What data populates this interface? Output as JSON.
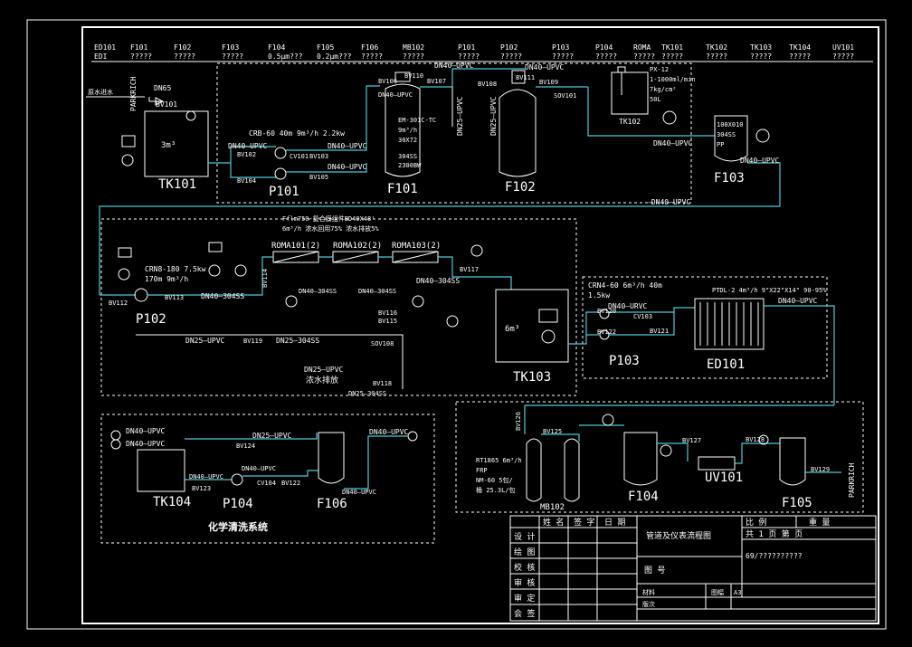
{
  "colors": {
    "background": "#000000",
    "lines": "#ffffff",
    "pipes": "#4fc9d6"
  },
  "header": {
    "row1": [
      "ED101",
      "F101",
      "F102",
      "F103",
      "F104",
      "F105",
      "F106",
      "MB102",
      "P101",
      "P102",
      "P103",
      "P104",
      "ROMA",
      "TK101",
      "TK102",
      "TK103",
      "TK104",
      "UV101"
    ],
    "row2": [
      "EDI",
      "?????",
      "?????",
      "?????",
      "0.5μm???",
      "0.2μm???",
      "?????",
      "?????",
      "?????",
      "?????",
      "?????",
      "?????",
      "?????",
      "?????",
      "?????",
      "?????",
      "?????",
      "?????"
    ]
  },
  "equipment": {
    "tk101": "TK101",
    "p101": "P101",
    "f101": "F101",
    "f102": "F102",
    "tk102": "TK102",
    "f103": "F103",
    "p102": "P102",
    "tk103": "TK103",
    "p103": "P103",
    "ed101": "ED101",
    "tk104": "TK104",
    "p104": "P104",
    "f106": "F106",
    "mb102": "MB102",
    "f104": "F104",
    "uv101": "UV101",
    "f105": "F105",
    "roma101": "ROMA101(2)",
    "roma102": "ROMA102(2)",
    "roma103": "ROMA103(2)"
  },
  "labels": {
    "parkrich": "PARKRICH",
    "dn65": "DN65",
    "bv101": "BV101",
    "tk101_cap": "3m³",
    "p101_spec": "CRB-60  40m  9m³/h  2.2kw",
    "dn40upvc": "DN40—UPVC",
    "dn40upvc_top": "DN40—UPVC",
    "bv102": "BV102",
    "bv104": "BV104",
    "cv101": "CV101",
    "bv103": "BV103",
    "bv105": "BV105",
    "bv106": "BV106",
    "bv107": "BV107",
    "bv110": "BV110",
    "bv108": "BV108",
    "bv111": "BV111",
    "bv109": "BV109",
    "f101_spec1": "EM-301C-TC",
    "f101_spec2": "9m³/h",
    "f101_spec3": "30X72",
    "f101_spec4": "304SS",
    "f101_spec5": "2300BW",
    "dn25upvc_v": "DN25—UPVC",
    "px12": "PX-12",
    "px12_2": "1-1000ml/min",
    "px12_3": "7kg/cm²",
    "px12_4": "50L",
    "sov101": "SOV101",
    "f103_spec1": "100X010",
    "f103_spec2": "304SS",
    "f103_spec3": "PP",
    "dn40_mid": "-DN40—UPVC",
    "ro_spec1": "Fflm750-复合膜组件BD40X48'",
    "ro_spec2": "6m³/h  浓水回用75%  浓水排放5%",
    "p102_spec": "CRN8-180  7.5kw",
    "p102_spec2": "170m  9m³/h",
    "bv112": "BV112",
    "bv113": "BV113",
    "bv114": "BV114",
    "bv115": "BV115",
    "bv116": "BV116",
    "bv117": "BV117",
    "bv118": "BV118",
    "bv119": "BV119",
    "dn40_304": "DN40—304SS",
    "dn40_304b": "DN40—304SS",
    "dn40_304c": "DN40—304SS",
    "dn25upvc": "DN25—UPVC",
    "dn25_304": "DN25—304SS",
    "dn25_304b": "DN25—304SS",
    "sov108": "SOV108",
    "drain": "浓水排放",
    "tk103_cap": "6m³",
    "p103_spec": "CRN4-60  6m³/h  40m",
    "p103_spec2": "1.5kw",
    "dn40_urvc": "DN40—URVC",
    "ed101_spec": "PTDL-2  4m³/h  9\"X22\"X14\"  90-95%",
    "dn40_upvc_ed": "DN40—UPVC",
    "bv120": "BV120",
    "bv121": "BV121",
    "bv122": "BV122",
    "cv103": "CV103",
    "chem_title": "化学清洗系统",
    "bv124": "BV124",
    "bv123": "BV123",
    "cv104": "CV104",
    "dn25_upvc_c": "DN25—UPVC",
    "mb_spec1": "RT1865  6m³/h",
    "mb_spec2": "FRP",
    "mb_spec3": "NM-60  5包/",
    "mb_spec4": "桶  25.3L/包",
    "bv125": "BV125",
    "bv126": "BV126",
    "bv127": "BV127",
    "bv128": "BV128",
    "bv129": "BV129"
  },
  "title_block": {
    "col_name": "姓 名",
    "col_sign": "签 字",
    "col_date": "日 期",
    "rows": [
      "设 计",
      "绘 图",
      "校 核",
      "审 核",
      "审 定",
      "会 签"
    ],
    "drawing_title": "管道及仪表流程图",
    "scale_label": "比 例",
    "weight_label": "重 量",
    "sheets": "共  1  页   第    页",
    "company": "69/??????????",
    "drawing_no": "图 号",
    "material": "材料",
    "version": "版次",
    "size_label": "图幅",
    "size": "A3"
  }
}
